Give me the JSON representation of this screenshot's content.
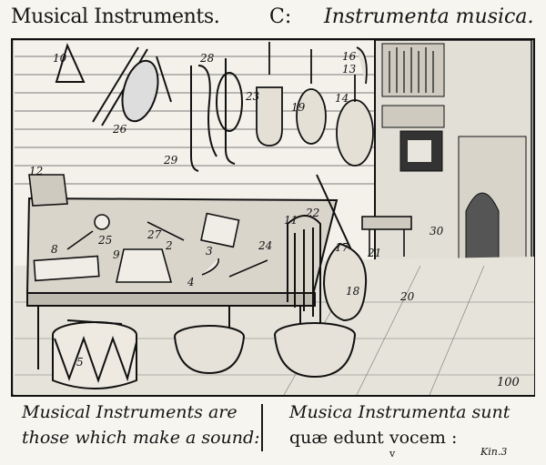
{
  "header": {
    "title_en": "Musical Instruments.",
    "letter": "C:",
    "title_la": "Instrumenta musica."
  },
  "plate": {
    "page_number": "100",
    "numbers": [
      "10",
      "26",
      "28",
      "29",
      "23",
      "19",
      "16",
      "13",
      "14",
      "12",
      "8",
      "25",
      "27",
      "2",
      "9",
      "3",
      "4",
      "24",
      "22",
      "11",
      "17",
      "21",
      "18",
      "20",
      "30",
      "5"
    ]
  },
  "caption": {
    "en_line1": "Musical Instruments are",
    "en_line2": "those which make a sound:",
    "la_line1": "Musica Instrumenta sunt",
    "la_line2": "quæ edunt vocem :",
    "signature_v": "v",
    "signature_k": "Kin.3"
  }
}
